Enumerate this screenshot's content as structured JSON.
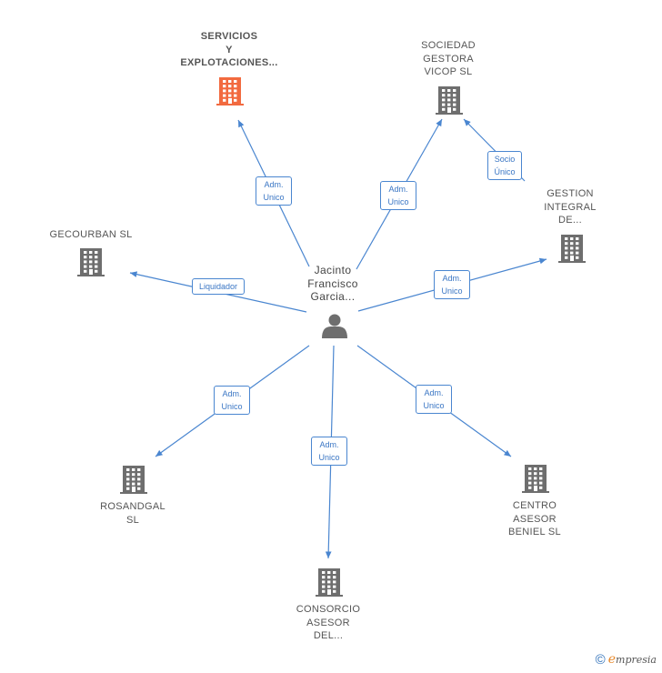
{
  "colors": {
    "edge": "#4a86d0",
    "building": "#6e6e6e",
    "building_highlight": "#f26a3f",
    "person": "#6e6e6e"
  },
  "center": {
    "name": "Jacinto Francisco Garcia...",
    "lines": [
      "Jacinto",
      "Francisco",
      "Garcia..."
    ],
    "icon": "person-icon"
  },
  "companies": [
    {
      "id": "servicios",
      "lines": [
        "SERVICIOS",
        "Y",
        "EXPLOTACIONES..."
      ],
      "highlight": true,
      "icon": "building-icon"
    },
    {
      "id": "sociedad",
      "lines": [
        "SOCIEDAD",
        "GESTORA",
        "VICOP SL"
      ],
      "highlight": false,
      "icon": "building-icon"
    },
    {
      "id": "gestion",
      "lines": [
        "GESTION",
        "INTEGRAL",
        "DE..."
      ],
      "highlight": false,
      "icon": "building-icon"
    },
    {
      "id": "gecourban",
      "lines": [
        "GECOURBAN SL"
      ],
      "highlight": false,
      "icon": "building-icon"
    },
    {
      "id": "rosandgal",
      "lines": [
        "ROSANDGAL",
        "SL"
      ],
      "highlight": false,
      "icon": "building-icon"
    },
    {
      "id": "consorcio",
      "lines": [
        "CONSORCIO",
        "ASESOR",
        "DEL..."
      ],
      "highlight": false,
      "icon": "building-icon"
    },
    {
      "id": "centro",
      "lines": [
        "CENTRO",
        "ASESOR",
        "BENIEL SL"
      ],
      "highlight": false,
      "icon": "building-icon"
    }
  ],
  "relations": [
    {
      "from": "center",
      "to": "servicios",
      "lines": [
        "Adm.",
        "Unico"
      ]
    },
    {
      "from": "center",
      "to": "sociedad",
      "lines": [
        "Adm.",
        "Unico"
      ]
    },
    {
      "from": "gestion",
      "to": "sociedad",
      "lines": [
        "Socio",
        "Único"
      ]
    },
    {
      "from": "center",
      "to": "gestion",
      "lines": [
        "Adm.",
        "Unico"
      ]
    },
    {
      "from": "center",
      "to": "gecourban",
      "lines": [
        "Liquidador"
      ]
    },
    {
      "from": "center",
      "to": "rosandgal",
      "lines": [
        "Adm.",
        "Unico"
      ]
    },
    {
      "from": "center",
      "to": "consorcio",
      "lines": [
        "Adm.",
        "Unico"
      ]
    },
    {
      "from": "center",
      "to": "centro",
      "lines": [
        "Adm.",
        "Unico"
      ]
    }
  ],
  "brand": {
    "symbol": "©",
    "initial": "e",
    "rest": "mpresia"
  }
}
